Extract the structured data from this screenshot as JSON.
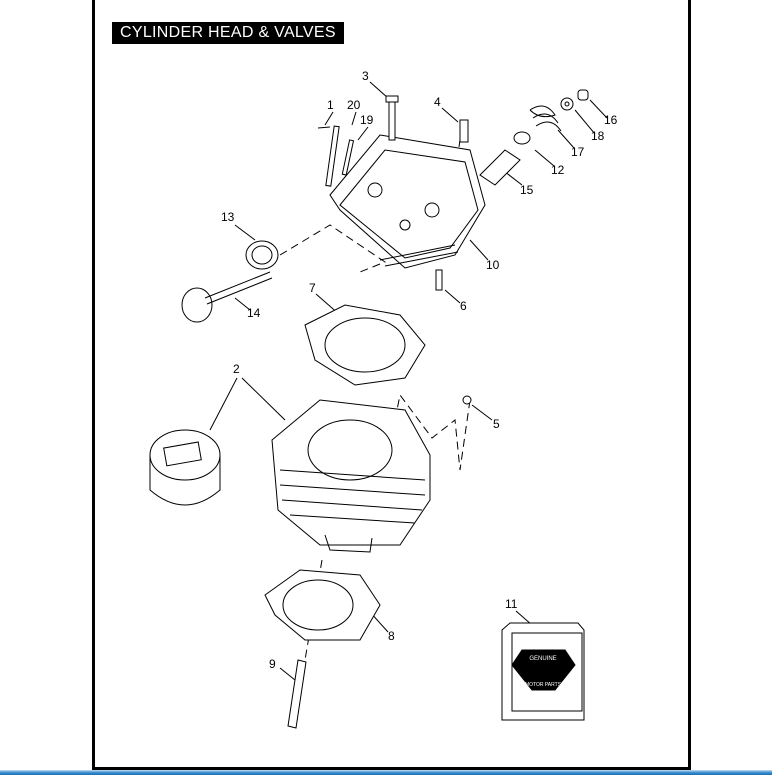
{
  "title": "CYLINDER HEAD & VALVES",
  "callouts": [
    {
      "id": "1",
      "label": "1"
    },
    {
      "id": "2",
      "label": "2"
    },
    {
      "id": "3",
      "label": "3"
    },
    {
      "id": "4",
      "label": "4"
    },
    {
      "id": "5",
      "label": "5"
    },
    {
      "id": "6",
      "label": "6"
    },
    {
      "id": "7",
      "label": "7"
    },
    {
      "id": "8",
      "label": "8"
    },
    {
      "id": "9",
      "label": "9"
    },
    {
      "id": "10",
      "label": "10"
    },
    {
      "id": "11",
      "label": "11"
    },
    {
      "id": "12",
      "label": "12"
    },
    {
      "id": "13",
      "label": "13"
    },
    {
      "id": "14",
      "label": "14"
    },
    {
      "id": "15",
      "label": "15"
    },
    {
      "id": "16",
      "label": "16"
    },
    {
      "id": "17",
      "label": "17"
    },
    {
      "id": "18",
      "label": "18"
    },
    {
      "id": "19",
      "label": "19"
    },
    {
      "id": "20",
      "label": "20"
    }
  ],
  "logo_text": [
    "GENUINE",
    "MOTOR PARTS"
  ],
  "colors": {
    "frame": "#000000",
    "accent_bar": "#3a8fd0"
  }
}
